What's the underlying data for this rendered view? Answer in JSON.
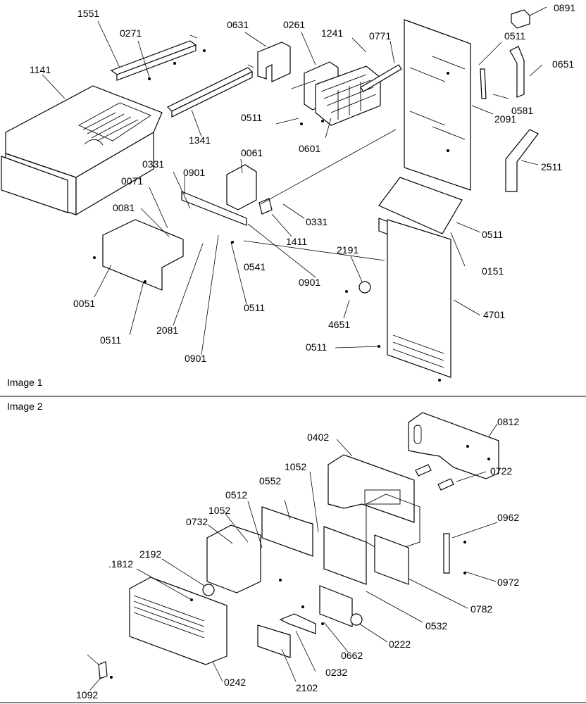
{
  "panels": [
    {
      "caption": "Image 1",
      "callouts": [
        {
          "id": "c-0891",
          "text": "0891"
        },
        {
          "id": "c-1551",
          "text": "1551"
        },
        {
          "id": "c-0271",
          "text": "0271"
        },
        {
          "id": "c-0631",
          "text": "0631"
        },
        {
          "id": "c-0261",
          "text": "0261"
        },
        {
          "id": "c-1241",
          "text": "1241"
        },
        {
          "id": "c-0771",
          "text": "0771"
        },
        {
          "id": "c-0511a",
          "text": "0511"
        },
        {
          "id": "c-1141",
          "text": "1141"
        },
        {
          "id": "c-0651",
          "text": "0651"
        },
        {
          "id": "c-0511b",
          "text": "0511"
        },
        {
          "id": "c-0581",
          "text": "0581"
        },
        {
          "id": "c-2091",
          "text": "2091"
        },
        {
          "id": "c-0601",
          "text": "0601"
        },
        {
          "id": "c-1341",
          "text": "1341"
        },
        {
          "id": "c-2511",
          "text": "2511"
        },
        {
          "id": "c-0061",
          "text": "0061"
        },
        {
          "id": "c-0331a",
          "text": "0331"
        },
        {
          "id": "c-0901a",
          "text": "0901"
        },
        {
          "id": "c-0071",
          "text": "0071"
        },
        {
          "id": "c-0081",
          "text": "0081"
        },
        {
          "id": "c-0331b",
          "text": "0331"
        },
        {
          "id": "c-0511c",
          "text": "0511"
        },
        {
          "id": "c-1411",
          "text": "1411"
        },
        {
          "id": "c-0151",
          "text": "0151"
        },
        {
          "id": "c-2191",
          "text": "2191"
        },
        {
          "id": "c-0541",
          "text": "0541"
        },
        {
          "id": "c-0901b",
          "text": "0901"
        },
        {
          "id": "c-4701",
          "text": "4701"
        },
        {
          "id": "c-0051",
          "text": "0051"
        },
        {
          "id": "c-0511d",
          "text": "0511"
        },
        {
          "id": "c-4651",
          "text": "4651"
        },
        {
          "id": "c-2081",
          "text": "2081"
        },
        {
          "id": "c-0511e",
          "text": "0511"
        },
        {
          "id": "c-0511f",
          "text": "0511"
        },
        {
          "id": "c-0901c",
          "text": "0901"
        }
      ]
    },
    {
      "caption": "Image 2",
      "callouts": [
        {
          "id": "d-0812",
          "text": "0812"
        },
        {
          "id": "d-0402",
          "text": "0402"
        },
        {
          "id": "d-1052a",
          "text": "1052"
        },
        {
          "id": "d-0722",
          "text": "0722"
        },
        {
          "id": "d-0552",
          "text": "0552"
        },
        {
          "id": "d-0512",
          "text": "0512"
        },
        {
          "id": "d-1052b",
          "text": "1052"
        },
        {
          "id": "d-0732",
          "text": "0732"
        },
        {
          "id": "d-0962",
          "text": "0962"
        },
        {
          "id": "d-2192",
          "text": "2192"
        },
        {
          "id": "d-1812",
          "text": ".1812"
        },
        {
          "id": "d-0972",
          "text": "0972"
        },
        {
          "id": "d-0782",
          "text": "0782"
        },
        {
          "id": "d-0532",
          "text": "0532"
        },
        {
          "id": "d-0222",
          "text": "0222"
        },
        {
          "id": "d-0662",
          "text": "0662"
        },
        {
          "id": "d-0242",
          "text": "0242"
        },
        {
          "id": "d-0232",
          "text": "0232"
        },
        {
          "id": "d-2102",
          "text": "2102"
        },
        {
          "id": "d-1092",
          "text": "1092"
        }
      ]
    }
  ]
}
